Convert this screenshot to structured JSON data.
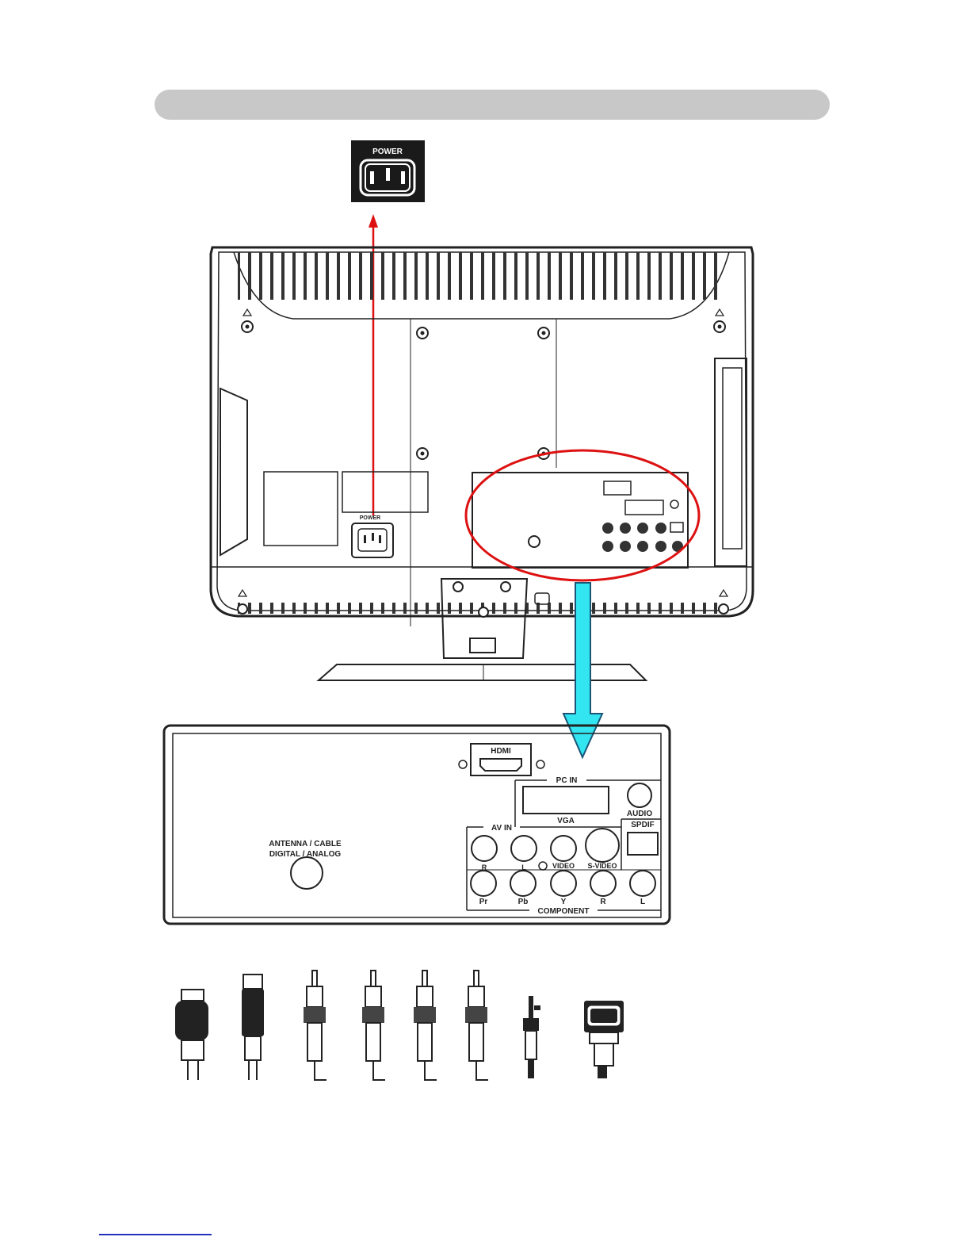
{
  "power_inset": {
    "label": "POWER"
  },
  "tv_back": {
    "power_label": "POWER"
  },
  "panel": {
    "hdmi": "HDMI",
    "pc_in": "PC  IN",
    "vga": "VGA",
    "audio": "AUDIO",
    "spdif": "SPDIF",
    "av_in": "AV  IN",
    "av_r": "R",
    "av_l": "L",
    "video": "VIDEO",
    "s_video": "S-VIDEO",
    "antenna_line1": "ANTENNA / CABLE",
    "antenna_line2": "DIGITAL / ANALOG",
    "comp_pr": "Pr",
    "comp_pb": "Pb",
    "comp_y": "Y",
    "comp_r": "R",
    "comp_l": "L",
    "component": "COMPONENT"
  },
  "colors": {
    "power_arrow": "#dd1111",
    "highlight_ellipse": "#dd1111",
    "zoom_arrow": "#33e5f0",
    "title_bar": "#c8c8c8"
  },
  "cables": [
    "s-video-cable-icon",
    "hdmi-cable-icon",
    "rca-cable-icon",
    "rca-cable-icon",
    "rca-cable-icon",
    "rca-cable-icon",
    "mini-jack-cable-icon",
    "vga-cable-icon"
  ]
}
